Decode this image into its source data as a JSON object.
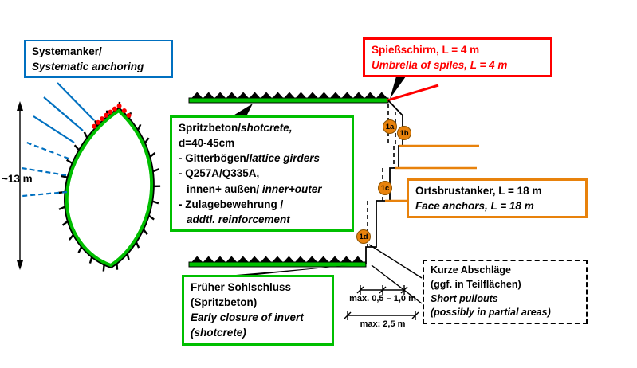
{
  "colors": {
    "green": "#00bf00",
    "blue": "#0070c0",
    "red": "#ff0000",
    "orange": "#e8820c",
    "black": "#000000"
  },
  "boxes": {
    "systemanker": {
      "de": "Systemanker/",
      "en": "Systematic anchoring"
    },
    "spiessschirm": {
      "de": "Spießschirm, L = 4 m",
      "en": "Umbrella of spiles, L = 4 m"
    },
    "spritzbeton": {
      "l1a": "Spritzbeton/",
      "l1b": "shotcrete,",
      "l2": "d=40-45cm",
      "l3a": "- Gitterbögen/",
      "l3b": "lattice girders",
      "l4": "- Q257A/Q335A,",
      "l5a": "innen+ außen/ ",
      "l5b": "inner+outer",
      "l6": "- Zulagebewehrung /",
      "l7": "addtl. reinforcement"
    },
    "ortsbrustanker": {
      "de": "Ortsbrustanker, L = 18 m",
      "en": "Face anchors, L = 18 m"
    },
    "sohlschluss": {
      "de1": "Früher Sohlschluss",
      "de2": "(Spritzbeton)",
      "en1": "Early closure of invert",
      "en2": "(shotcrete)"
    },
    "abschlaege": {
      "de1": "Kurze Abschläge",
      "de2": "(ggf. in Teilflächen)",
      "en1": "Short pullouts",
      "en2": "(possibly in partial areas)"
    }
  },
  "stages": {
    "s1a": "1a",
    "s1b": "1b",
    "s1c": "1c",
    "s1d": "1d"
  },
  "dimensions": {
    "tunnel_height": "~13 m",
    "round_length": "max. 0,5 – 1,0 m",
    "max_advance": "max: 2,5 m"
  }
}
